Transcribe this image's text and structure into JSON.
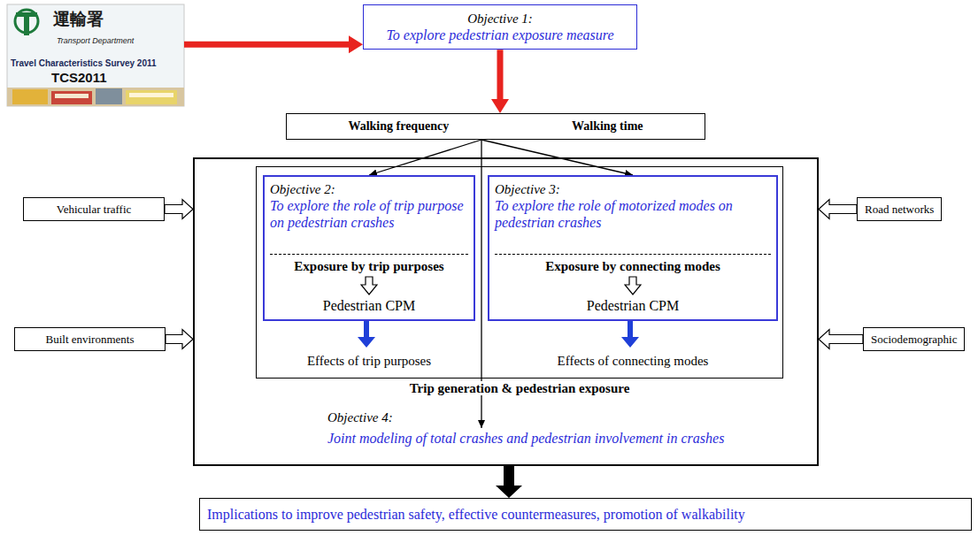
{
  "diagram": {
    "nodes": [
      {
        "text": [
          "運輸署",
          "Transport Department",
          "Travel Characteristics Survey 2011",
          "TCS2011"
        ]
      },
      {
        "text": [
          "Objective 1:",
          "To explore pedestrian exposure measure"
        ]
      },
      {
        "text": [
          "Walking frequency",
          "Walking time"
        ]
      },
      {
        "text": [
          "Vehicular traffic"
        ]
      },
      {
        "text": [
          "Trip generation & pedestrian exposure",
          "Objective 4:",
          "Joint modeling of total crashes and pedestrian involvement in crashes"
        ]
      },
      {
        "text": [
          "Effects of trip purposes",
          "Effects of connecting modes"
        ],
        "in": 4
      },
      {
        "text": [
          "Objective 2:",
          "To explore the role of trip purpose on pedestrian crashes",
          "Exposure by trip purposes",
          "Pedestrian CPM"
        ],
        "in": 5
      },
      {
        "text": [
          "Objective 3:",
          "To explore the role of motorized modes on pedestrian crashes",
          "Exposure by connecting modes",
          "Pedestrian CPM"
        ],
        "in": 5
      },
      {
        "text": [
          "Road networks"
        ]
      },
      {
        "text": [
          "Built environments"
        ]
      },
      {
        "text": [
          "Sociodemographic"
        ]
      },
      {
        "text": [
          "Implications to improve pedestrian safety, effective countermeasures, promotion of walkability"
        ]
      }
    ],
    "edges": [
      {
        "from": 0,
        "to": 1,
        "arrow": "to"
      },
      {
        "from": 1,
        "to": 2,
        "arrow": "to"
      },
      {
        "from": 2,
        "to": 6,
        "arrow": "to"
      },
      {
        "from": 2,
        "to": 7,
        "arrow": "to"
      },
      {
        "from": 2,
        "to": 4,
        "arrow": "to"
      },
      {
        "from": 3,
        "to": 4,
        "arrow": "to"
      },
      {
        "from": 8,
        "to": 4,
        "arrow": "to"
      },
      {
        "from": 9,
        "to": 4,
        "arrow": "to"
      },
      {
        "from": 10,
        "to": 4,
        "arrow": "to"
      },
      {
        "from": 4,
        "to": 11,
        "arrow": "to"
      }
    ]
  }
}
